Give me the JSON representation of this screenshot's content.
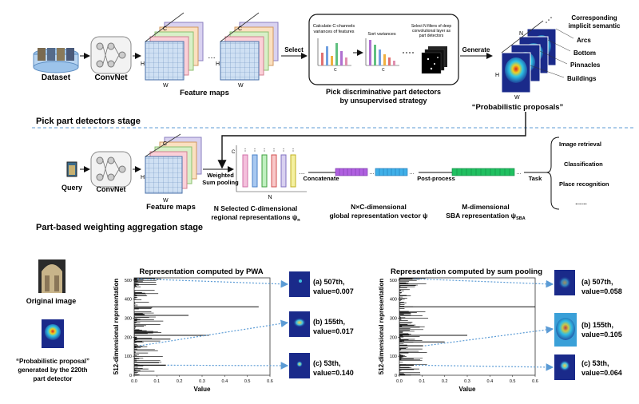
{
  "top": {
    "dataset": "Dataset",
    "convnet": "ConvNet",
    "feature_maps": "Feature maps",
    "dots": "…",
    "select": "Select",
    "generate": "Generate",
    "box_step1": [
      "Calculate C-channels",
      "variances of features"
    ],
    "box_step2": "Sort variances",
    "box_step3": [
      "Select N filters of deep",
      "convolutional layer as",
      "part detectors"
    ],
    "box_caption": [
      "Pick discriminative part detectors",
      "by unsupervised strategy"
    ],
    "semantics": [
      "Corresponding",
      "implicit  semantic",
      "Arcs",
      "Bottom",
      "Pinnacles",
      "Buildings"
    ],
    "prob_proposals": "“Probabilistic proposals”",
    "dim_c": "C",
    "dim_h": "H",
    "dim_w": "W",
    "dim_n": "N"
  },
  "stage1": "Pick part detectors stage",
  "mid": {
    "query": "Query",
    "convnet": "ConvNet",
    "feature_maps": "Feature maps",
    "weighted": [
      "Weighted",
      "Sum pooling"
    ],
    "n_sel": [
      "N Selected C-dimensional",
      "regional representations ψ"
    ],
    "n_sub": "n",
    "concat": "Concatenate",
    "global": [
      "N×C-dimensional",
      "global representation vector ψ"
    ],
    "postprocess": "Post-process",
    "sba": [
      "M-dimensional",
      "SBA representation ψ"
    ],
    "sba_sub": "SBA",
    "task": "Task",
    "tasks": [
      "Image retrieval",
      "Classification",
      "Place recognition",
      "……"
    ],
    "dim_n": "N",
    "dim_c": "C",
    "dots": "…",
    "dim_h": "H",
    "dim_w": "W"
  },
  "stage2": "Part-based weighting aggregation stage",
  "bottom": {
    "original": "Original image",
    "proposal_caption": [
      "“Probabilistic proposal”",
      "generated by the 220th",
      "part detector"
    ],
    "y_label": "512-dimensional representation",
    "x_label": "Value",
    "panel_left": {
      "title": "Representation computed by PWA",
      "annotations": [
        [
          "(a) 507th,",
          "value=0.007"
        ],
        [
          "(b) 155th,",
          "value=0.017"
        ],
        [
          "(c) 53th,",
          "value=0.140"
        ]
      ]
    },
    "panel_right": {
      "title": "Representation computed by sum pooling",
      "annotations": [
        [
          "(a) 507th,",
          "value=0.058"
        ],
        [
          "(b) 155th,",
          "value=0.105"
        ],
        [
          "(c) 53th,",
          "value=0.064"
        ]
      ]
    }
  },
  "chart_data": [
    {
      "type": "bar",
      "title": "Representation computed by PWA",
      "xlabel": "Value",
      "ylabel": "512-dimensional representation",
      "xlim": [
        0,
        0.6
      ],
      "ylim": [
        0,
        512
      ],
      "xticks": [
        "0.0",
        "0.1",
        "0.2",
        "0.3",
        "0.4",
        "0.5",
        "0.6"
      ],
      "yticks": [
        "0",
        "100",
        "200",
        "300",
        "400",
        "500"
      ],
      "highlighted": [
        {
          "index": 507,
          "value": 0.007
        },
        {
          "index": 155,
          "value": 0.017
        },
        {
          "index": 53,
          "value": 0.14
        }
      ],
      "peaks": [
        {
          "index": 360,
          "value": 0.55
        },
        {
          "index": 315,
          "value": 0.24
        },
        {
          "index": 210,
          "value": 0.33
        },
        {
          "index": 190,
          "value": 0.16
        }
      ]
    },
    {
      "type": "bar",
      "title": "Representation computed by sum pooling",
      "xlabel": "Value",
      "ylabel": "512-dimensional representation",
      "xlim": [
        0,
        0.6
      ],
      "ylim": [
        0,
        512
      ],
      "xticks": [
        "0.0",
        "0.1",
        "0.2",
        "0.3",
        "0.4",
        "0.5",
        "0.6"
      ],
      "yticks": [
        "0",
        "100",
        "200",
        "300",
        "400",
        "500"
      ],
      "highlighted": [
        {
          "index": 507,
          "value": 0.058
        },
        {
          "index": 155,
          "value": 0.105
        },
        {
          "index": 53,
          "value": 0.064
        }
      ],
      "peaks": [
        {
          "index": 360,
          "value": 0.6
        },
        {
          "index": 210,
          "value": 0.3
        },
        {
          "index": 175,
          "value": 0.2
        }
      ]
    }
  ]
}
